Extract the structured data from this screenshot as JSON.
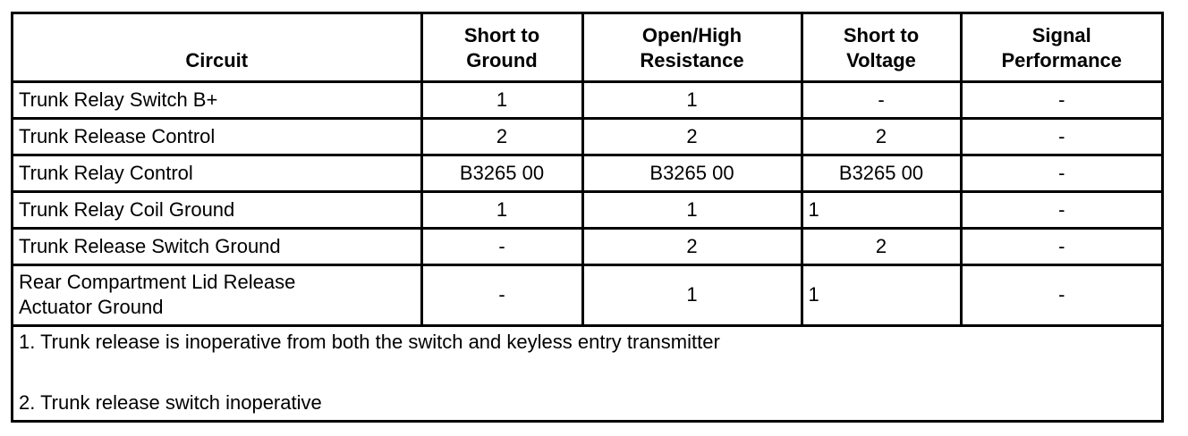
{
  "table": {
    "headers": [
      "Circuit",
      "Short to\nGround",
      "Open/High\nResistance",
      "Short to\nVoltage",
      "Signal\nPerformance"
    ],
    "rows": [
      {
        "circuit": "Trunk Relay Switch B+",
        "short_ground": "1",
        "open_high": "1",
        "short_voltage": "-",
        "signal": "-"
      },
      {
        "circuit": "Trunk Release Control",
        "short_ground": "2",
        "open_high": "2",
        "short_voltage": "2",
        "signal": "-"
      },
      {
        "circuit": "Trunk Relay Control",
        "short_ground": "B3265 00",
        "open_high": "B3265 00",
        "short_voltage": "B3265 00",
        "signal": "-"
      },
      {
        "circuit": "Trunk Relay Coil Ground",
        "short_ground": "1",
        "open_high": "1",
        "short_voltage": "1",
        "signal": "-"
      },
      {
        "circuit": "Trunk Release Switch Ground",
        "short_ground": "-",
        "open_high": "2",
        "short_voltage": "2",
        "signal": "-"
      },
      {
        "circuit": "Rear Compartment Lid Release\nActuator Ground",
        "short_ground": "-",
        "open_high": "1",
        "short_voltage": "1",
        "signal": "-"
      }
    ]
  },
  "notes": [
    "1. Trunk release is inoperative from both the switch and keyless entry transmitter",
    "2. Trunk release switch inoperative"
  ]
}
